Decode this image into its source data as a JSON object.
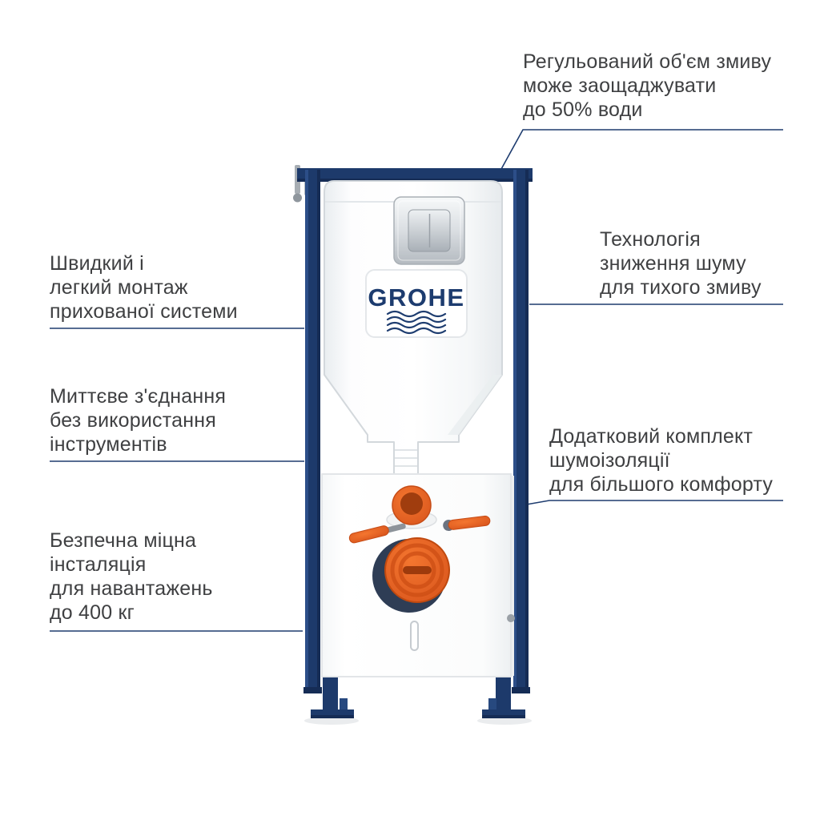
{
  "product": {
    "brand": "GROHE"
  },
  "annotations": {
    "flush_volume": "Регульований об'єм змиву\nможе заощаджувати\nдо 50% води",
    "noise_reduction": "Технологія\nзниження шуму\nдля тихого змиву",
    "soundproofing": "Додатковий комплект\nшумоізоляції\nдля більшого комфорту",
    "easy_installation": "Швидкий і\nлегкий монтаж\nприхованої системи",
    "tool_free_connection": "Миттєве з'єднання\nбез використання\nінструментів",
    "load_capacity": "Безпечна міцна\nінсталяція\nдля навантажень\nдо 400 кг"
  },
  "colors": {
    "brand_blue": "#1d3a6b",
    "accent_orange": "#e2571f",
    "leader_line": "#1e3c6f",
    "text": "#3f4042"
  }
}
